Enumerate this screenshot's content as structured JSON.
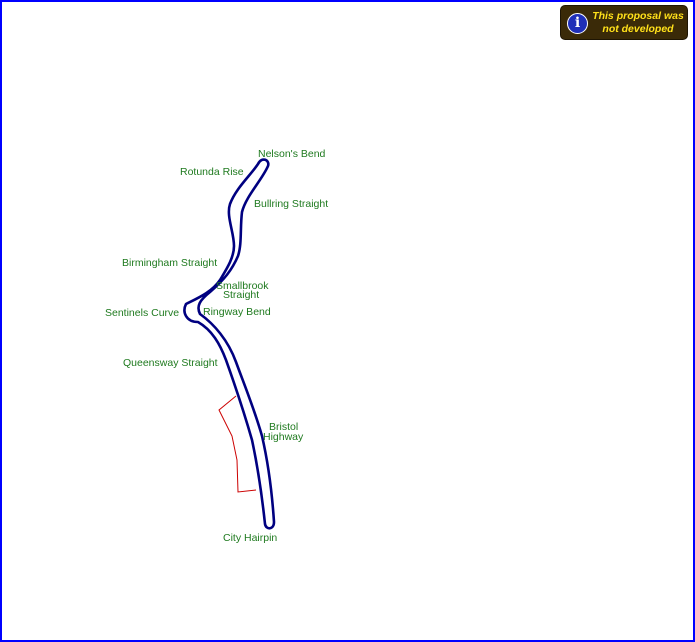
{
  "notice": {
    "icon": "info-icon",
    "icon_glyph": "i",
    "text_line1": "This proposal was",
    "text_line2": "not developed"
  },
  "colors": {
    "frame": "#0000ff",
    "route": "#000080",
    "boundary": "#cc0000",
    "labels": "#1f7a1f",
    "notice_bg": "#3a2a08",
    "notice_text": "#ffe01a"
  },
  "labels": {
    "nelsons_bend": "Nelson's Bend",
    "rotunda_rise": "Rotunda Rise",
    "bullring_straight": "Bullring Straight",
    "birmingham_straight": "Birmingham Straight",
    "smallbrook_straight_1": "Smallbrook",
    "smallbrook_straight_2": "Straight",
    "sentinels_curve": "Sentinels Curve",
    "ringway_bend": "Ringway Bend",
    "queensway_straight": "Queensway Straight",
    "bristol_highway_1": "Bristol",
    "bristol_highway_2": "Highway",
    "city_hairpin": "City Hairpin"
  }
}
